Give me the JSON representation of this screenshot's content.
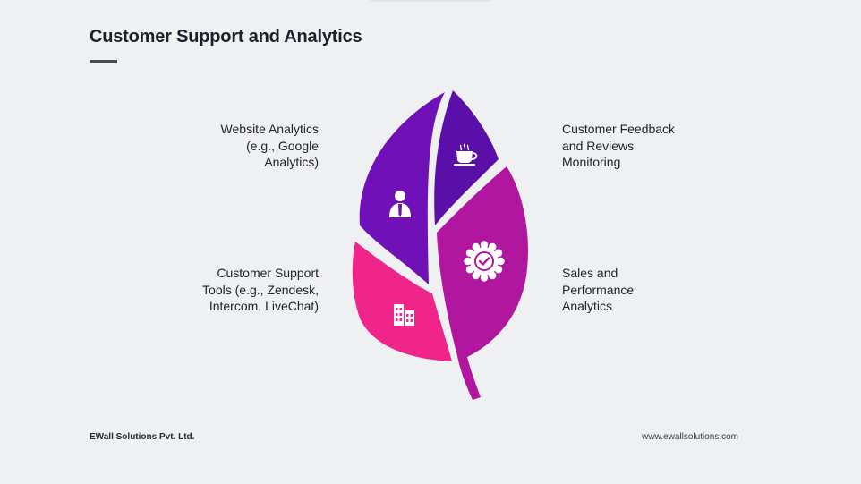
{
  "title": "Customer Support and Analytics",
  "items": [
    {
      "lines": [
        "Website Analytics",
        "(e.g., Google",
        "Analytics)"
      ],
      "icon": "person-icon",
      "color": "#7011b8"
    },
    {
      "lines": [
        "Customer Feedback",
        "and Reviews",
        "Monitoring"
      ],
      "icon": "coffee-cup-icon",
      "color": "#5a0fa8"
    },
    {
      "lines": [
        "Customer Support",
        "Tools (e.g., Zendesk,",
        "Intercom, LiveChat)"
      ],
      "icon": "building-icon",
      "color": "#f0258a"
    },
    {
      "lines": [
        "Sales and",
        "Performance",
        "Analytics"
      ],
      "icon": "badge-check-icon",
      "color": "#b0179e"
    }
  ],
  "footer": {
    "company": "EWall Solutions Pvt. Ltd.",
    "website": "www.ewallsolutions.com"
  }
}
